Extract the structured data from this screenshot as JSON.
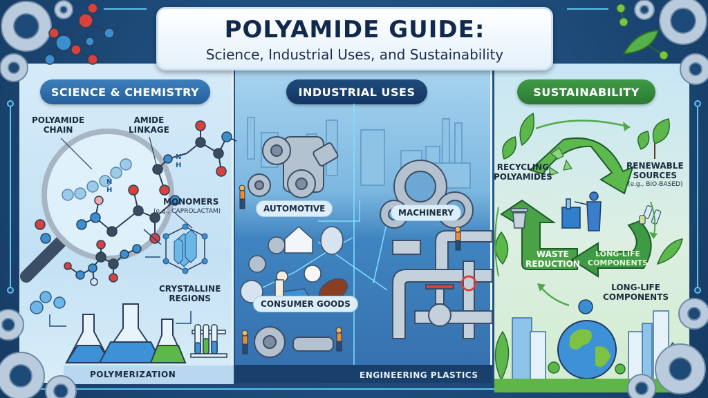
{
  "header": {
    "title": "POLYAMIDE GUIDE:",
    "subtitle": "Science, Industrial Uses, and Sustainability"
  },
  "sections": {
    "science": {
      "heading": "SCIENCE & CHEMISTRY",
      "labels": {
        "polyamide_chain": "POLYAMIDE\nCHAIN",
        "amide_linkage": "AMIDE\nLINKAGE",
        "monomers": "MONOMERS",
        "monomers_example": "(e.g., CAPROLACTAM)",
        "crystalline_regions": "CRYSTALLINE\nREGIONS",
        "nh_atom": "N\nH"
      },
      "footer": "POLYMERIZATION"
    },
    "industrial": {
      "heading": "INDUSTRIAL USES",
      "labels": {
        "automotive": "AUTOMOTIVE",
        "machinery": "MACHINERY",
        "consumer_goods": "CONSUMER GOODS"
      },
      "footer": "ENGINEERING PLASTICS"
    },
    "sustainability": {
      "heading": "SUSTAINABILITY",
      "labels": {
        "recycling": "RECYCLING\nPOLYAMIDES",
        "renewable": "RENEWABLE\nSOURCES",
        "renewable_example": "(e.g., BIO-BASED)",
        "waste_reduction": "WASTE\nREDUCTION",
        "long_life_arrow": "LONG-LIFE\nCOMPONENTS",
        "long_life": "LONG-LIFE\nCOMPONENTS"
      }
    }
  },
  "colors": {
    "frame": "#1d4a78",
    "science_accent": "#245f9b",
    "industrial_accent": "#133560",
    "sustainability_accent": "#2a7a33",
    "circuit": "#5fc2ee",
    "atom_red": "#d9413f",
    "atom_blue": "#3a8fd3",
    "atom_dark": "#3b4b5e"
  }
}
